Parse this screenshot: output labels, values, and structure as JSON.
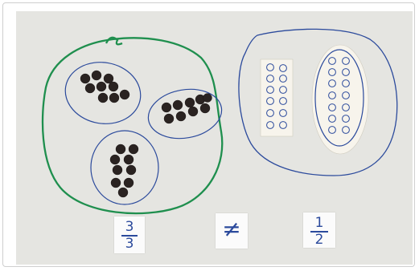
{
  "cards": {
    "left": {
      "numerator": "3",
      "denominator": "3"
    },
    "middle": {
      "symbol": "≠"
    },
    "right": {
      "numerator": "1",
      "denominator": "2"
    }
  },
  "colors": {
    "background": "#e5e5e1",
    "green_string": "#1f8f4e",
    "blue_marker": "#2b4a9c",
    "button": "#2a2321"
  }
}
